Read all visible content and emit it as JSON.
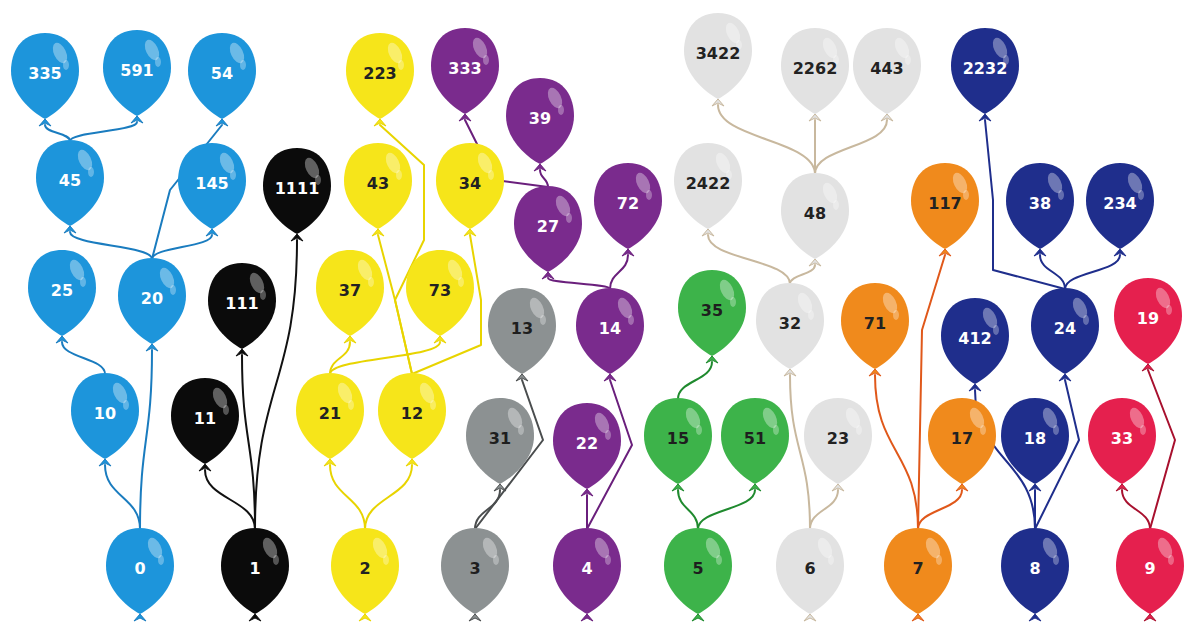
{
  "diagram": {
    "nodes": [
      {
        "text": [
          "335"
        ]
      },
      {
        "text": [
          "591"
        ]
      },
      {
        "text": [
          "54"
        ]
      },
      {
        "text": [
          "45"
        ]
      },
      {
        "text": [
          "145"
        ]
      },
      {
        "text": [
          "20"
        ]
      },
      {
        "text": [
          "25"
        ]
      },
      {
        "text": [
          "10"
        ]
      },
      {
        "text": [
          "0"
        ]
      },
      {
        "text": [
          "1111"
        ]
      },
      {
        "text": [
          "111"
        ]
      },
      {
        "text": [
          "11"
        ]
      },
      {
        "text": [
          "1"
        ]
      },
      {
        "text": [
          "223"
        ]
      },
      {
        "text": [
          "43"
        ]
      },
      {
        "text": [
          "34"
        ]
      },
      {
        "text": [
          "37"
        ]
      },
      {
        "text": [
          "73"
        ]
      },
      {
        "text": [
          "21"
        ]
      },
      {
        "text": [
          "12"
        ]
      },
      {
        "text": [
          "2"
        ]
      },
      {
        "text": [
          "333"
        ]
      },
      {
        "text": [
          "39"
        ]
      },
      {
        "text": [
          "27"
        ]
      },
      {
        "text": [
          "72"
        ]
      },
      {
        "text": [
          "14"
        ]
      },
      {
        "text": [
          "22"
        ]
      },
      {
        "text": [
          "4"
        ]
      },
      {
        "text": [
          "13"
        ]
      },
      {
        "text": [
          "31"
        ]
      },
      {
        "text": [
          "3"
        ]
      },
      {
        "text": [
          "35"
        ]
      },
      {
        "text": [
          "15"
        ]
      },
      {
        "text": [
          "51"
        ]
      },
      {
        "text": [
          "5"
        ]
      },
      {
        "text": [
          "3422"
        ]
      },
      {
        "text": [
          "2262"
        ]
      },
      {
        "text": [
          "443"
        ]
      },
      {
        "text": [
          "2422"
        ]
      },
      {
        "text": [
          "48"
        ]
      },
      {
        "text": [
          "32"
        ]
      },
      {
        "text": [
          "23"
        ]
      },
      {
        "text": [
          "6"
        ]
      },
      {
        "text": [
          "117"
        ]
      },
      {
        "text": [
          "71"
        ]
      },
      {
        "text": [
          "17"
        ]
      },
      {
        "text": [
          "7"
        ]
      },
      {
        "text": [
          "2232"
        ]
      },
      {
        "text": [
          "38"
        ]
      },
      {
        "text": [
          "234"
        ]
      },
      {
        "text": [
          "412"
        ]
      },
      {
        "text": [
          "24"
        ]
      },
      {
        "text": [
          "18"
        ]
      },
      {
        "text": [
          "8"
        ]
      },
      {
        "text": [
          "19"
        ]
      },
      {
        "text": [
          "33"
        ]
      },
      {
        "text": [
          "9"
        ]
      }
    ],
    "edges": [
      {
        "from": 0,
        "to": 3,
        "arrow": "none"
      },
      {
        "from": 1,
        "to": 3,
        "arrow": "none"
      },
      {
        "from": 2,
        "to": 5,
        "arrow": "none"
      },
      {
        "from": 3,
        "to": 5,
        "arrow": "none"
      },
      {
        "from": 4,
        "to": 5,
        "arrow": "none"
      },
      {
        "from": 6,
        "to": 7,
        "arrow": "none"
      },
      {
        "from": 7,
        "to": 8,
        "arrow": "none"
      },
      {
        "from": 5,
        "to": 8,
        "arrow": "none"
      },
      {
        "from": 11,
        "to": 12,
        "arrow": "none"
      },
      {
        "from": 10,
        "to": 12,
        "arrow": "none"
      },
      {
        "from": 9,
        "to": 12,
        "arrow": "none"
      },
      {
        "from": 13,
        "to": 19,
        "arrow": "none"
      },
      {
        "from": 14,
        "to": 19,
        "arrow": "none"
      },
      {
        "from": 15,
        "to": 19,
        "arrow": "none"
      },
      {
        "from": 16,
        "to": 18,
        "arrow": "none"
      },
      {
        "from": 17,
        "to": 18,
        "arrow": "none"
      },
      {
        "from": 18,
        "to": 20,
        "arrow": "none"
      },
      {
        "from": 19,
        "to": 20,
        "arrow": "none"
      },
      {
        "from": 21,
        "to": 23,
        "arrow": "none"
      },
      {
        "from": 22,
        "to": 23,
        "arrow": "none"
      },
      {
        "from": 23,
        "to": 25,
        "arrow": "none"
      },
      {
        "from": 24,
        "to": 25,
        "arrow": "none"
      },
      {
        "from": 25,
        "to": 27,
        "arrow": "none"
      },
      {
        "from": 26,
        "to": 27,
        "arrow": "none"
      },
      {
        "from": 28,
        "to": 30,
        "arrow": "none"
      },
      {
        "from": 29,
        "to": 30,
        "arrow": "none"
      },
      {
        "from": 31,
        "to": 32,
        "arrow": "none"
      },
      {
        "from": 32,
        "to": 34,
        "arrow": "none"
      },
      {
        "from": 33,
        "to": 34,
        "arrow": "none"
      },
      {
        "from": 35,
        "to": 39,
        "arrow": "none"
      },
      {
        "from": 36,
        "to": 39,
        "arrow": "none"
      },
      {
        "from": 37,
        "to": 39,
        "arrow": "none"
      },
      {
        "from": 38,
        "to": 40,
        "arrow": "none"
      },
      {
        "from": 39,
        "to": 40,
        "arrow": "none"
      },
      {
        "from": 40,
        "to": 42,
        "arrow": "none"
      },
      {
        "from": 41,
        "to": 42,
        "arrow": "none"
      },
      {
        "from": 43,
        "to": 46,
        "arrow": "none"
      },
      {
        "from": 44,
        "to": 46,
        "arrow": "none"
      },
      {
        "from": 45,
        "to": 46,
        "arrow": "none"
      },
      {
        "from": 47,
        "to": 51,
        "arrow": "none"
      },
      {
        "from": 48,
        "to": 51,
        "arrow": "none"
      },
      {
        "from": 49,
        "to": 51,
        "arrow": "none"
      },
      {
        "from": 50,
        "to": 53,
        "arrow": "none"
      },
      {
        "from": 51,
        "to": 53,
        "arrow": "none"
      },
      {
        "from": 52,
        "to": 53,
        "arrow": "none"
      },
      {
        "from": 54,
        "to": 56,
        "arrow": "none"
      },
      {
        "from": 55,
        "to": 56,
        "arrow": "none"
      }
    ]
  }
}
